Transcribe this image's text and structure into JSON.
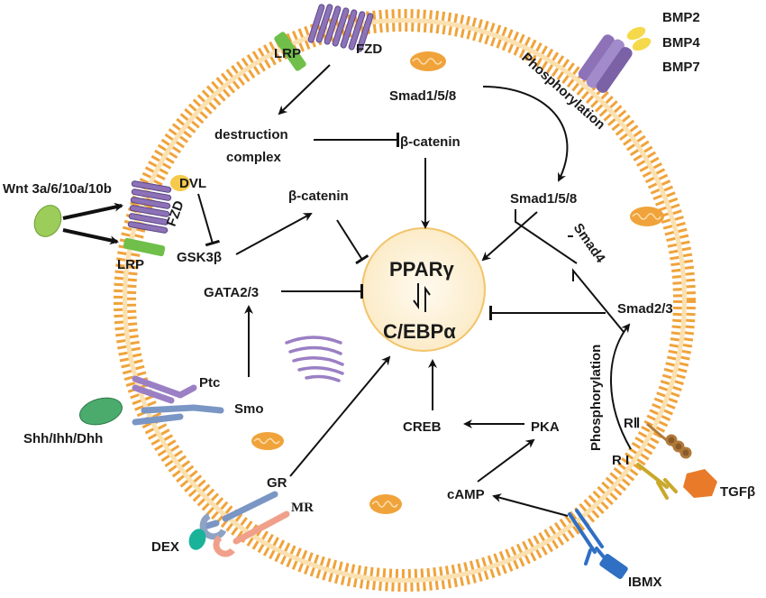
{
  "labels": {
    "wnt": "Wnt 3a/6/10a/10b",
    "dvl": "DVL",
    "fzd_top": "FZD",
    "fzd_left": "FZD",
    "lrp_top": "LRP",
    "lrp_left": "LRP",
    "destruction_1": "destruction",
    "destruction_2": "complex",
    "beta_catenin_1": "β-catenin",
    "beta_catenin_2": "β-catenin",
    "gsk3b": "GSK3β",
    "gata": "GATA2/3",
    "ptc": "Ptc",
    "smo": "Smo",
    "shh": "Shh/Ihh/Dhh",
    "gr": "GR",
    "mr": "MR",
    "dex": "DEX",
    "smad158_top": "Smad1/5/8",
    "smad158_mid": "Smad1/5/8",
    "phosphorylation_top": "Phosphorylation",
    "phosphorylation_right": "Phosphorylation",
    "smad4": "Smad4",
    "smad23": "Smad2/3",
    "bmp2": "BMP2",
    "bmp4": "BMP4",
    "bmp7": "BMP7",
    "pparg": "PPARγ",
    "cebpa": "C/EBPα",
    "creb": "CREB",
    "pka": "PKA",
    "camp": "cAMP",
    "ibmx": "IBMX",
    "r1": "R I",
    "r2": "RⅡ",
    "tgfb": "TGFβ"
  },
  "colors": {
    "membrane": "#f0a33b",
    "membrane_dark": "#d98a22",
    "nucleus_fill": "#fdf3dc",
    "nucleus_stroke": "#f2c46a",
    "receptor_purple": "#8e72b8",
    "lrp_green": "#6fbf4a",
    "wnt_green": "#9ccc5a",
    "dvl_yellow": "#f6c94a",
    "shh_green": "#4bab6d",
    "dex_teal": "#19b39a",
    "ibmx_blue": "#2f6fc4",
    "tgfb_orange": "#e87a2a",
    "bmp_yellow": "#f5d94a",
    "golgi_purple": "#9b7fc4",
    "mito_orange": "#f0a33b"
  }
}
